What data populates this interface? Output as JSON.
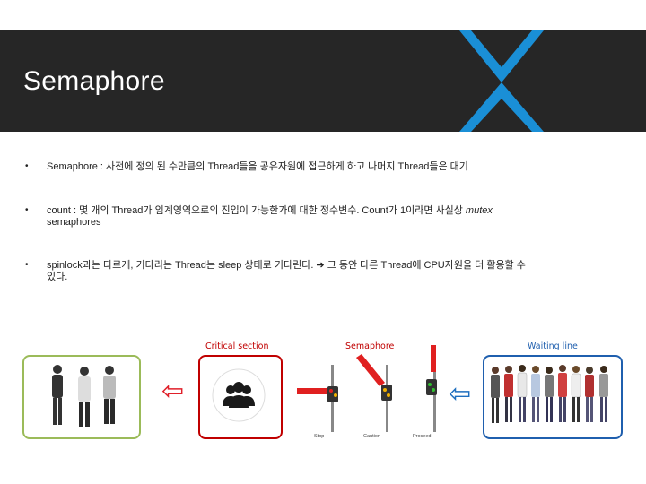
{
  "slide": {
    "title": "Semaphore",
    "bullets": [
      {
        "text": "Semaphore : 사전에 정의 된 수만큼의 Thread들을 공유자원에 접근하게 하고 나머지 Thread들은 대기"
      },
      {
        "text": "count : 몇 개의 Thread가 임계영역으로의 진입이 가능한가에 대한 정수변수. Count가 1이라면 사실상 ",
        "italic": "mutex",
        "line2": "semaphores"
      },
      {
        "text": "spinlock과는 다르게, 기다리는 Thread는 sleep 상태로 기다린다. ➔ 그 동안 다른 Thread에 CPU자원을 더 활용할 수",
        "line2": "있다."
      }
    ],
    "bullet_symbol": "•"
  },
  "diagram": {
    "critical_label": "Critical section",
    "semaphore_label": "Semaphore",
    "waiting_label": "Waiting line",
    "signal_labels": [
      "Stop",
      "Caution",
      "Proceed"
    ],
    "arrow_glyph": "⇦"
  },
  "colors": {
    "header_bg": "#262626",
    "accent_blue": "#1a8fd6",
    "critical_red": "#c00000",
    "waiting_blue": "#1f5fae",
    "left_box_green": "#9bbb59",
    "arrow_red": "#e0202a",
    "arrow_blue": "#1f6fbf"
  }
}
